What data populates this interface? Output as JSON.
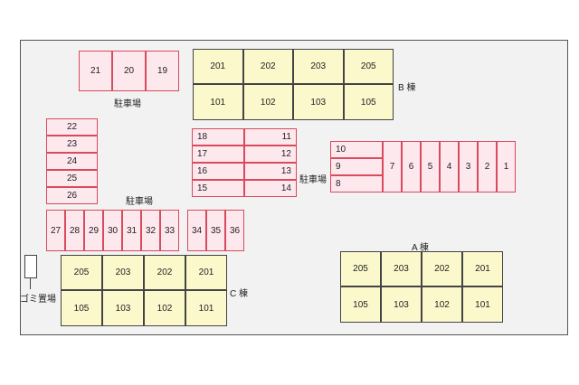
{
  "parking_label": "駐車場",
  "trash_label": "ゴミ置場",
  "buildings": {
    "a": {
      "label": "A 棟",
      "top_row": [
        "205",
        "203",
        "202",
        "201"
      ],
      "bottom_row": [
        "105",
        "103",
        "102",
        "101"
      ]
    },
    "b": {
      "label": "B 棟",
      "top_row": [
        "201",
        "202",
        "203",
        "205"
      ],
      "bottom_row": [
        "101",
        "102",
        "103",
        "105"
      ]
    },
    "c": {
      "label": "C 棟",
      "top_row": [
        "205",
        "203",
        "202",
        "201"
      ],
      "bottom_row": [
        "105",
        "103",
        "102",
        "101"
      ]
    }
  },
  "parking": {
    "top": [
      "21",
      "20",
      "19"
    ],
    "left_column": [
      "22",
      "23",
      "24",
      "25",
      "26"
    ],
    "center_left": [
      "18",
      "17",
      "16",
      "15"
    ],
    "center_right": [
      "11",
      "12",
      "13",
      "14"
    ],
    "right_stack": [
      "10",
      "9",
      "8"
    ],
    "right_row": [
      "7",
      "6",
      "5",
      "4",
      "3",
      "2",
      "1"
    ],
    "bottom_row_a": [
      "27",
      "28",
      "29",
      "30",
      "31",
      "32",
      "33"
    ],
    "bottom_row_b": [
      "34",
      "35",
      "36"
    ]
  }
}
